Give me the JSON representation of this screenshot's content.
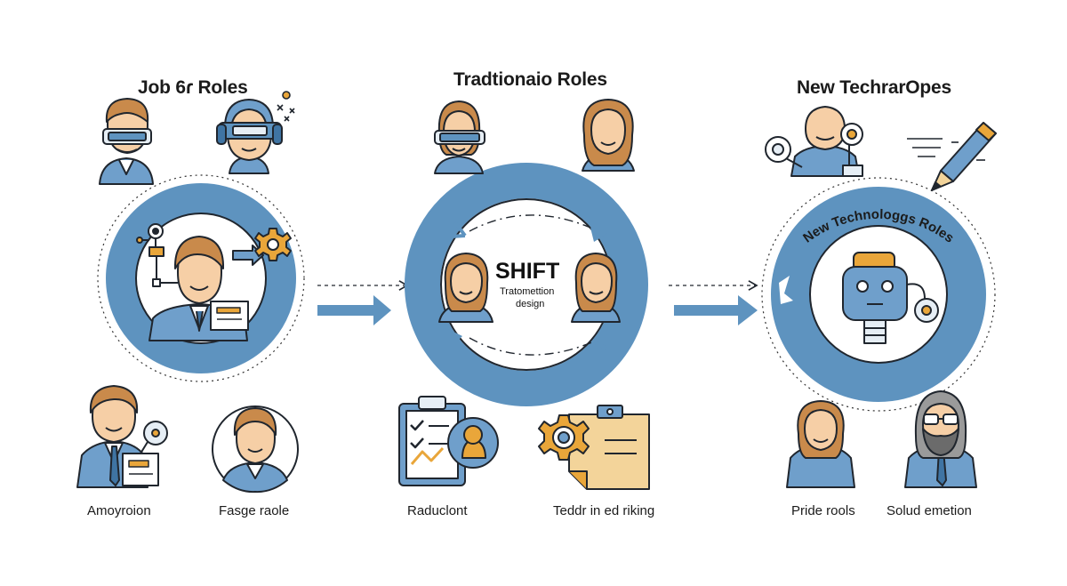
{
  "colors": {
    "ring": "#5e93bf",
    "ring_dark": "#3f74a3",
    "skin": "#f6cfa6",
    "hair": "#c98a4b",
    "shirt": "#6f9fcb",
    "accent": "#e9a63a",
    "outline": "#20262e"
  },
  "sections": {
    "left": {
      "title": "Job 6ɾ Roles",
      "captions": [
        "Amoyroion",
        "Fasge raole"
      ]
    },
    "middle": {
      "title": "Tradtionaio Roles",
      "center_title": "SHIFT",
      "center_sub1": "Tratomettion",
      "center_sub2": "design",
      "captions": [
        "Raduclont",
        "Teddr in ed riking"
      ]
    },
    "right": {
      "title": "New TechrarOpes",
      "ring_text": "New Technologgs Roles",
      "captions": [
        "Pride rools",
        "Solud emetion"
      ]
    }
  },
  "icons": {
    "left": [
      "vr-person-icon",
      "headset-person-icon",
      "worker-gear-icon",
      "manager-icon",
      "clerk-icon"
    ],
    "middle": [
      "vr-woman-icon",
      "woman-icon",
      "clipboard-icon",
      "gear-document-icon"
    ],
    "right": [
      "robot-engineer-icon",
      "pen-icon",
      "robot-head-icon",
      "woman-icon",
      "bearded-man-icon"
    ]
  }
}
